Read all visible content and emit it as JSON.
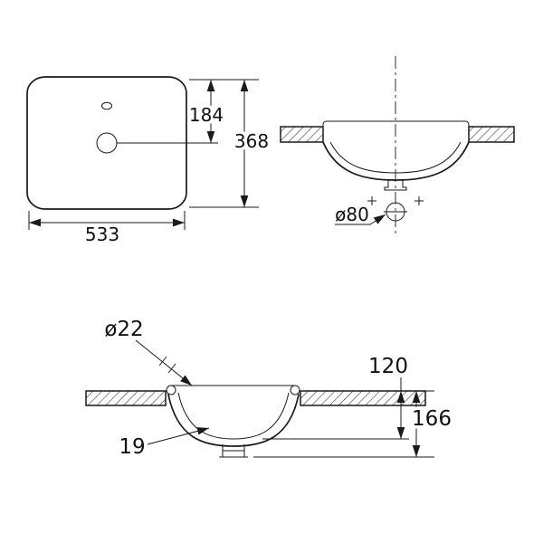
{
  "page": {
    "background": "#ffffff",
    "line_color": "#1a1a1a",
    "text_color": "#111111"
  },
  "drawing": {
    "type": "technical-dimension-drawing",
    "labels": {
      "top_half_height": "184",
      "top_height": "368",
      "top_width": "533",
      "drain_hole": "ø80",
      "rim_diameter": "ø22",
      "inner_depth": "120",
      "total_height": "166",
      "wall_thickness": "19"
    }
  }
}
